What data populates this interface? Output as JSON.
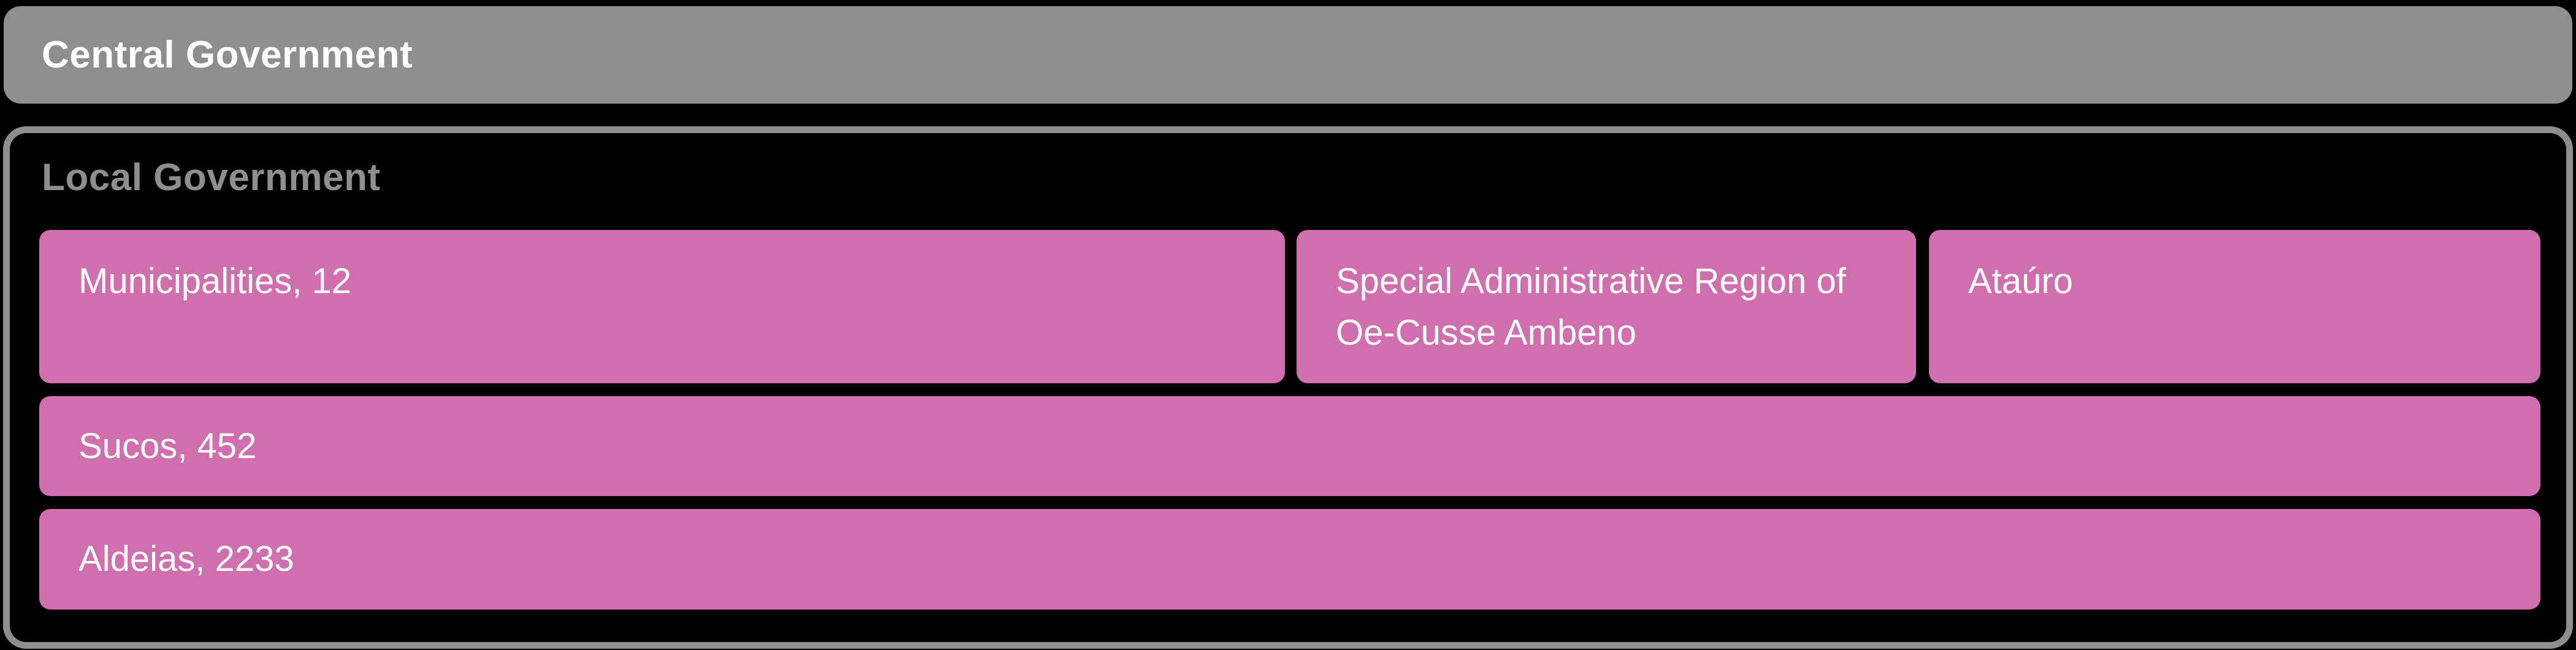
{
  "title_bar": {
    "label": "Central Government"
  },
  "local_section": {
    "heading": "Local Government",
    "nodes": [
      {
        "id": "municipalities",
        "label": "Municipalities, 12",
        "count": 12
      },
      {
        "id": "sar-oecusse",
        "label": "Special Administrative Region of Oe-Cusse Ambeno"
      },
      {
        "id": "atauro",
        "label": "Ataúro"
      },
      {
        "id": "sucos",
        "label": "Sucos, 452",
        "count": 452
      },
      {
        "id": "aldeias",
        "label": "Aldeias, 2233",
        "count": 2233
      }
    ]
  },
  "colors": {
    "background": "#000000",
    "frame_gray": "#8e8e8e",
    "node_pink": "#d06fad",
    "bar_title_text": "#ffffff",
    "section_title_text": "#8e8e8e",
    "node_text": "#ffffff"
  }
}
